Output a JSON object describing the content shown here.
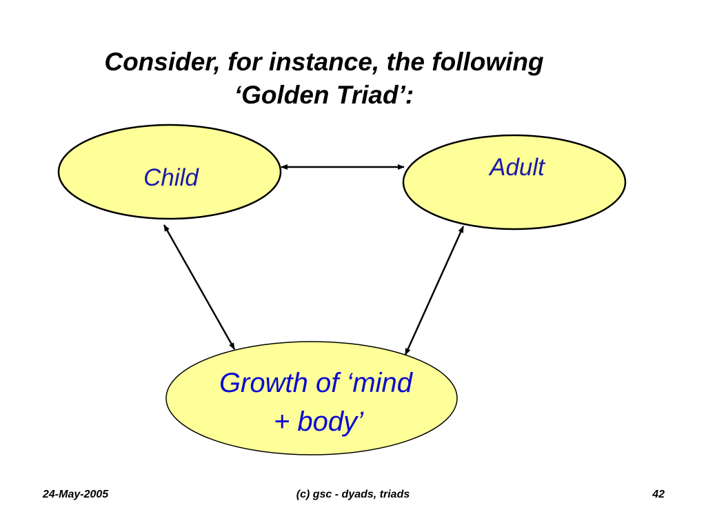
{
  "title": {
    "line1": "Consider, for instance, the following",
    "line2": "‘Golden Triad’:"
  },
  "nodes": {
    "child": "Child",
    "adult": "Adult",
    "growth_line1": "Growth of ‘mind",
    "growth_line2": "+ body’"
  },
  "edges": [
    {
      "from": "Child",
      "to": "Adult",
      "direction": "both"
    },
    {
      "from": "Child",
      "to": "Growth of ‘mind + body’",
      "direction": "both"
    },
    {
      "from": "Adult",
      "to": "Growth of ‘mind + body’",
      "direction": "both"
    }
  ],
  "footer": {
    "date": "24-May-2005",
    "center": "(c) gsc - dyads, triads",
    "page": "42"
  },
  "colors": {
    "node_fill": "#ffff99",
    "node_stroke": "#000000",
    "label_color": "#1a1aa6",
    "arrow": "#000000"
  }
}
